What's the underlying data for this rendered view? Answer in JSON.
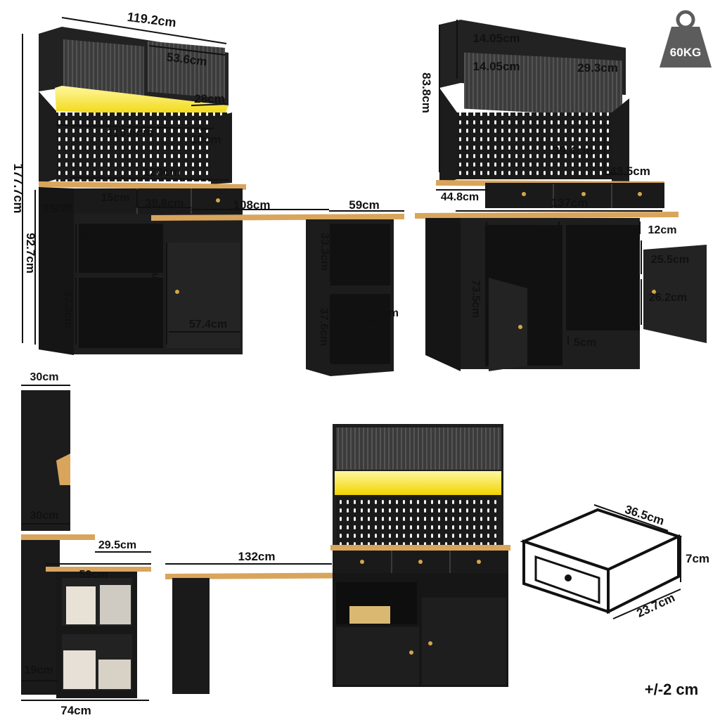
{
  "colors": {
    "cabinet": "#1f1f1f",
    "cabinet_dark": "#141414",
    "wood": "#d9a55c",
    "led": "#f4e21a",
    "glass": "#3a3a3a",
    "weight_icon": "#5c5c5c",
    "dim_line": "#111111"
  },
  "front_view": {
    "dims": [
      "119.2cm",
      "53.6cm",
      "28cm",
      "118.6cm",
      "10cm",
      "120cm",
      "177.7cm",
      "92.7cm",
      "15cm",
      "15cm",
      "38.6cm",
      "108cm",
      "59cm",
      "35.5cm",
      "37.3cm",
      "53.7cm",
      "57.4cm",
      "57.4cm",
      "33.3cm",
      "47cm",
      "37.6cm",
      "11cm"
    ]
  },
  "right_view": {
    "dims": [
      "14.05cm",
      "14.05cm",
      "29.3cm",
      "83.8cm",
      "39.4cm",
      "43.5cm",
      "44.8cm",
      "137cm",
      "12cm",
      "35.5cm",
      "29.4cm",
      "25.5cm",
      "73.5cm",
      "29.3cm",
      "26.2cm",
      "5cm"
    ]
  },
  "side_view": {
    "dims": [
      "30cm",
      "30cm",
      "29.5cm",
      "59cm",
      "19cm",
      "74cm"
    ]
  },
  "bottom_view": {
    "dims": [
      "132cm"
    ]
  },
  "drawer_view": {
    "dims": [
      "36.5cm",
      "7cm",
      "23.7cm"
    ]
  },
  "weight": {
    "label": "60KG",
    "icon": "weight-icon"
  },
  "tolerance": "+/-2 cm"
}
